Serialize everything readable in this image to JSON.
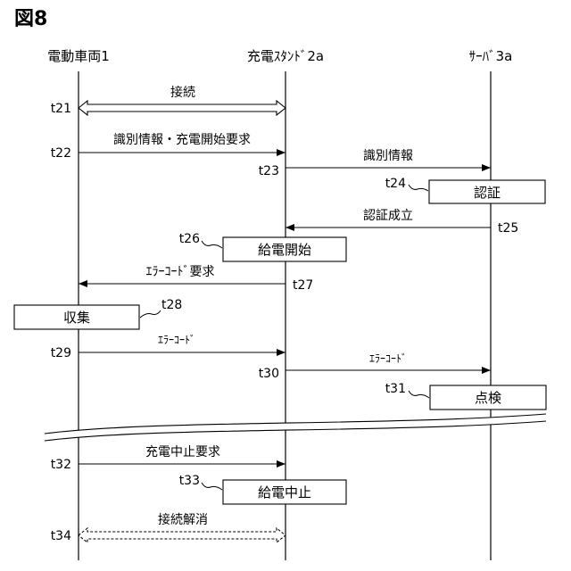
{
  "figure_label": "図8",
  "actors": {
    "vehicle": "電動車両1",
    "station": "充電ｽﾀﾝﾄﾞ2a",
    "server": "ｻｰﾊﾞ3a"
  },
  "times": {
    "t21": "t21",
    "t22": "t22",
    "t23": "t23",
    "t24": "t24",
    "t25": "t25",
    "t26": "t26",
    "t27": "t27",
    "t28": "t28",
    "t29": "t29",
    "t30": "t30",
    "t31": "t31",
    "t32": "t32",
    "t33": "t33",
    "t34": "t34"
  },
  "messages": {
    "connect": "接続",
    "id_charge_request": "識別情報・充電開始要求",
    "id_info": "識別情報",
    "auth_success": "認証成立",
    "error_code_request": "ｴﾗｰｺｰﾄﾞ要求",
    "error_code_1": "ｴﾗｰｺｰﾄﾞ",
    "error_code_2": "ｴﾗｰｺｰﾄﾞ",
    "stop_charge_request": "充電中止要求",
    "disconnect": "接続解消"
  },
  "boxes": {
    "auth": "認証",
    "start_power": "給電開始",
    "collect": "収集",
    "inspect": "点検",
    "stop_power": "給電中止"
  }
}
